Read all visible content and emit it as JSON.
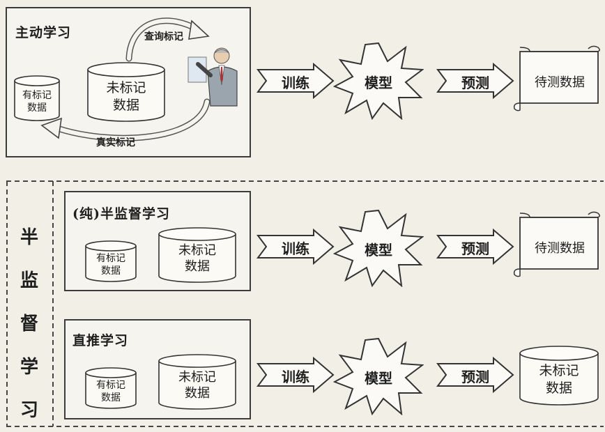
{
  "active_learning": {
    "title": "主动学习",
    "labeled": [
      "有标记",
      "数据"
    ],
    "unlabeled": [
      "未标记",
      "数据"
    ],
    "query_label": "查询标记",
    "true_label": "真实标记"
  },
  "semi_supervised": {
    "title": "半监督学习",
    "chars": [
      "半",
      "监",
      "督",
      "学",
      "习"
    ],
    "pure": {
      "title": "(纯)半监督学习",
      "labeled": [
        "有标记",
        "数据"
      ],
      "unlabeled": [
        "未标记",
        "数据"
      ]
    },
    "transductive": {
      "title": "直推学习",
      "labeled": [
        "有标记",
        "数据"
      ],
      "unlabeled": [
        "未标记",
        "数据"
      ]
    }
  },
  "pipeline": {
    "train": "训练",
    "model": "模型",
    "predict": "预测",
    "test_data": "待测数据",
    "unlabeled_target": [
      "未标记",
      "数据"
    ]
  }
}
